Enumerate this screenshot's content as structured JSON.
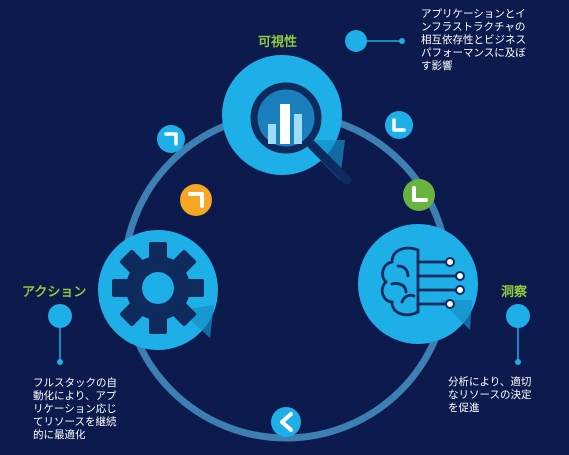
{
  "colors": {
    "background": "#0c1a4d",
    "ring": "#3d7fb3",
    "node": "#1eaee8",
    "label_green": "#8fc73e",
    "badge_blue": "#1eaee8",
    "badge_orange": "#f5a623",
    "badge_green": "#6ab33e",
    "icon_dark": "#0f2a5c"
  },
  "stages": {
    "visibility": {
      "label": "可視性",
      "icon": "magnifier-chart-icon",
      "description": "アプリケーションとイ\nンフラストラクチャの\n相互依存性とビジネス\nパフォーマンスに及ぼ\nす影響"
    },
    "insight": {
      "label": "洞察",
      "icon": "brain-circuit-icon",
      "description": "分析により、適切\nなリソースの決定\nを促進"
    },
    "action": {
      "label": "アクション",
      "icon": "gear-icon",
      "description": "フルスタックの自\n動化により、アプ\nリケーション応じ\nてリソースを継続\n的に最適化"
    }
  },
  "arrows": {
    "top_left": "chevron-icon",
    "top_right": "chevron-icon",
    "middle_orange": "chevron-icon",
    "middle_green": "chevron-icon",
    "bottom": "chevron-left-icon"
  }
}
